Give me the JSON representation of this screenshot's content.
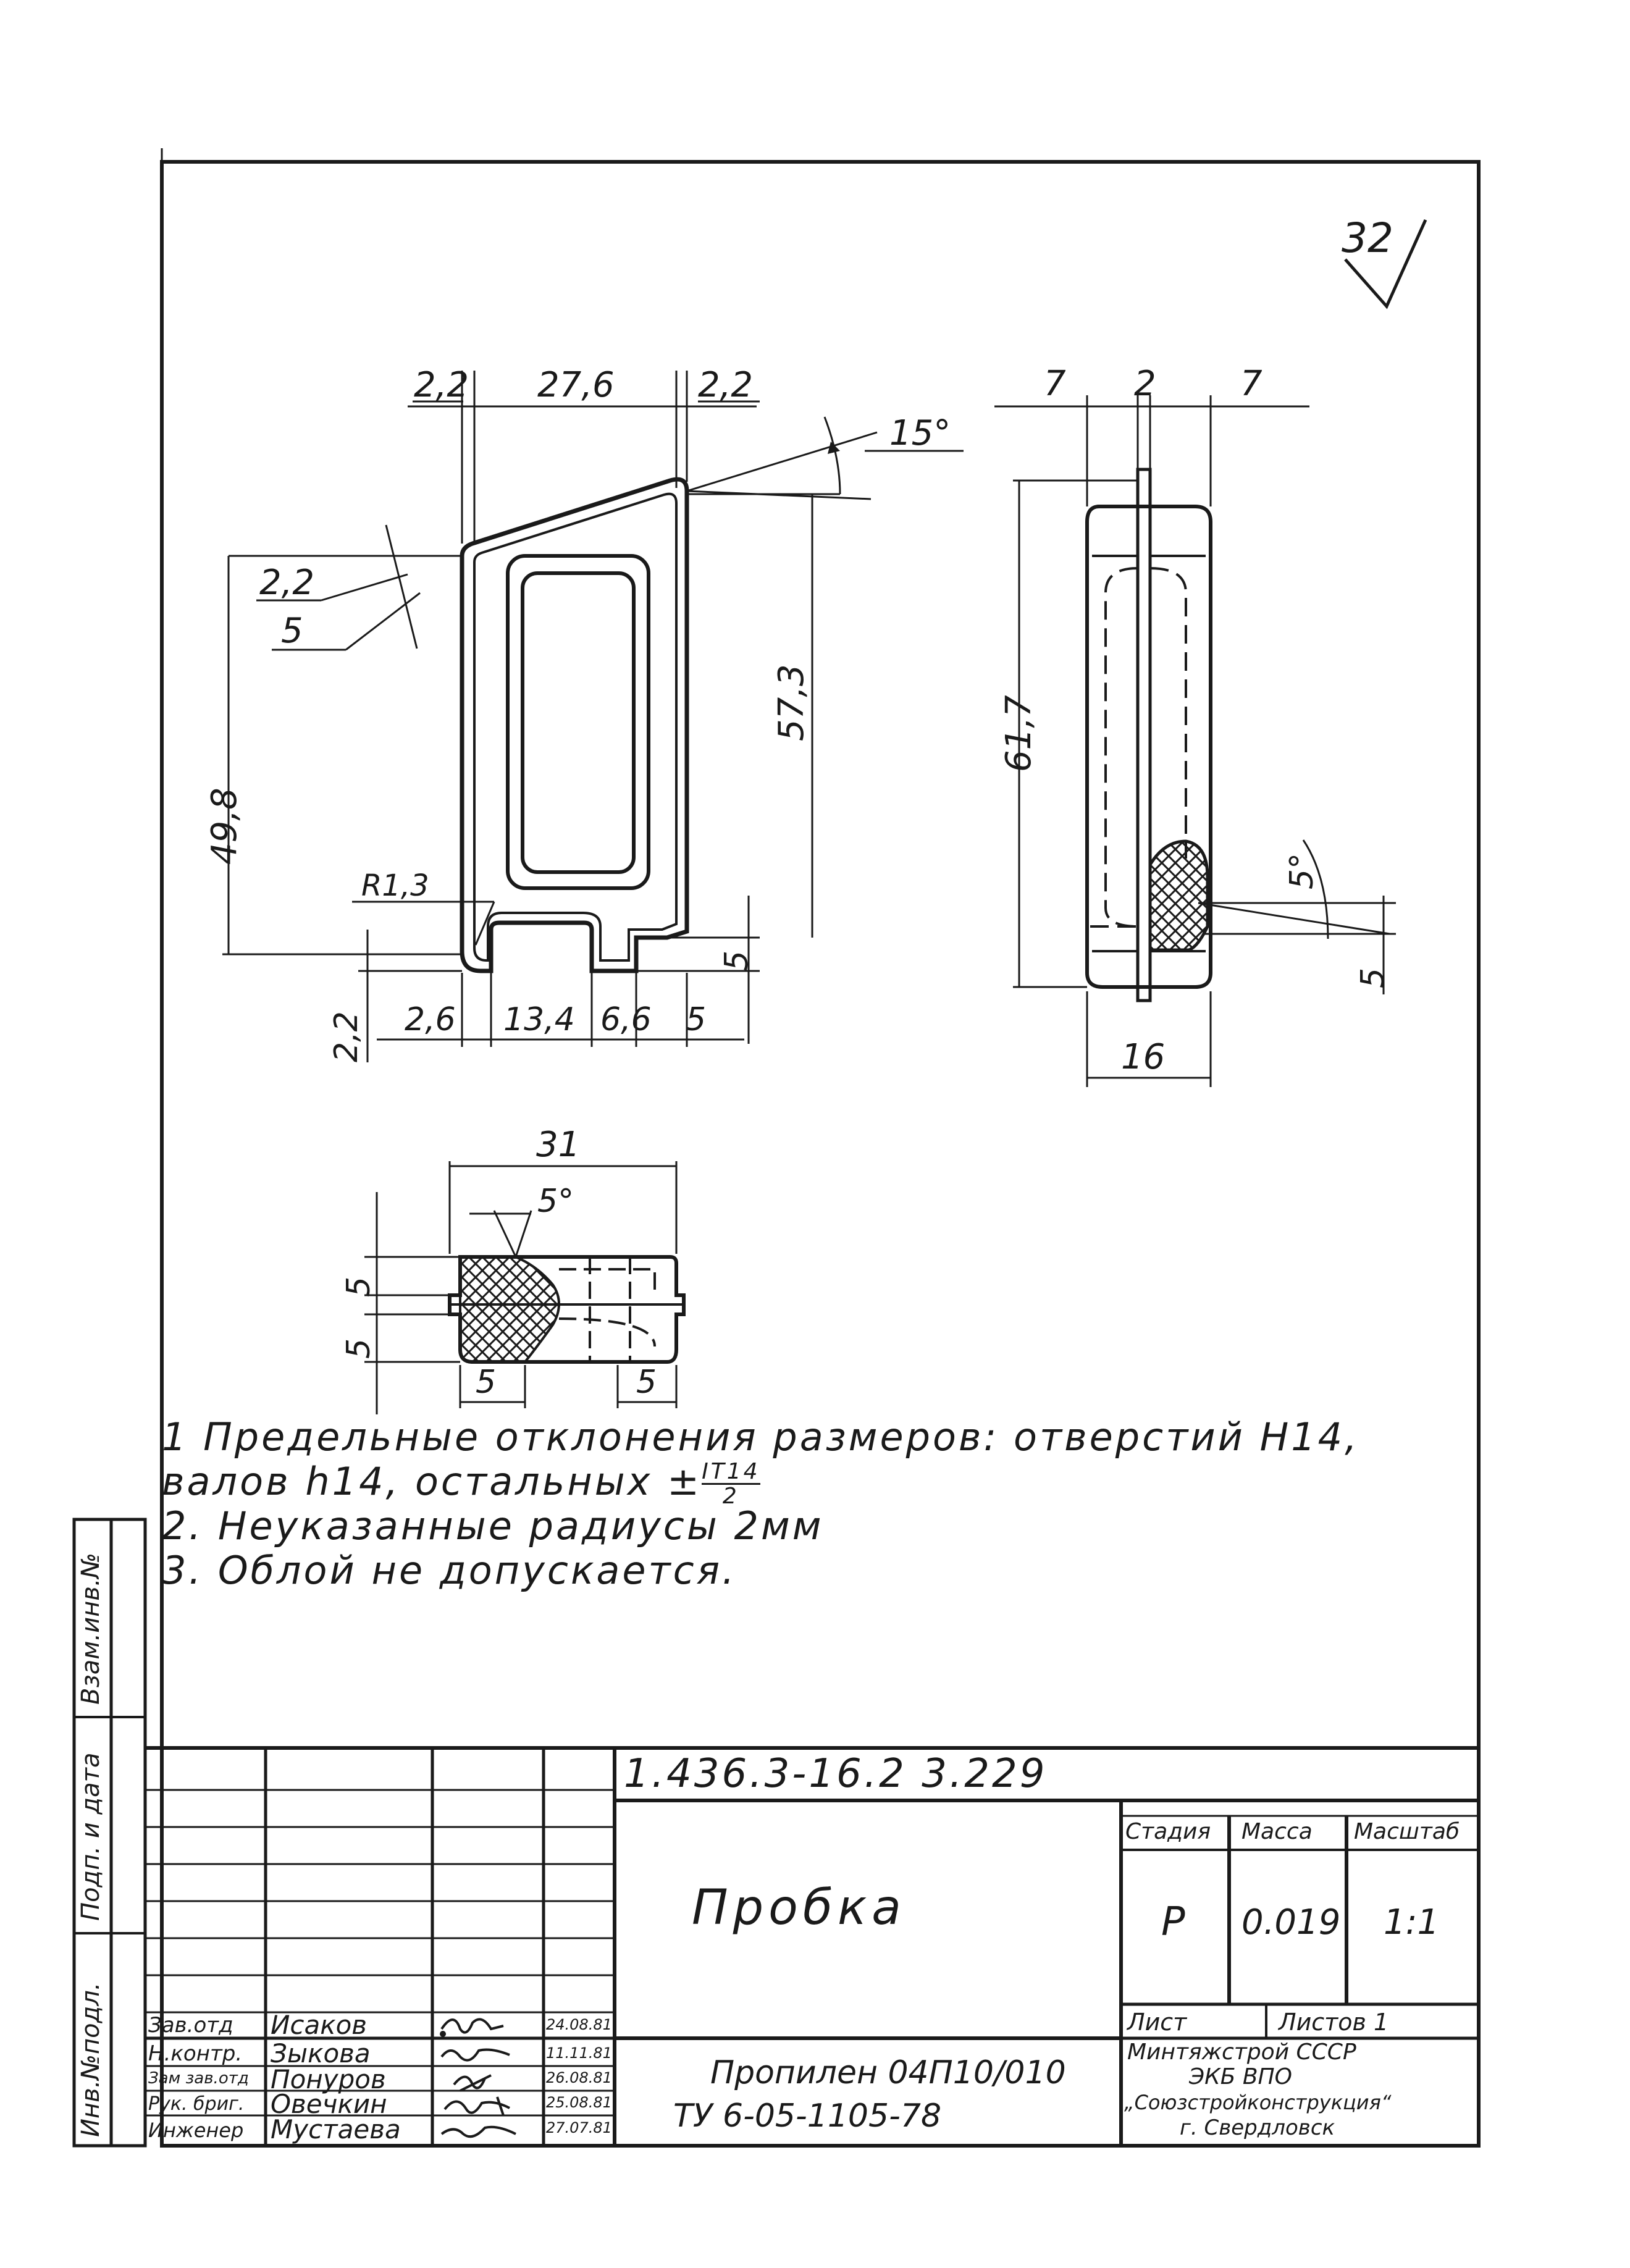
{
  "sheet": {
    "sheet_mark": "32",
    "title_doc": "1.436.3-16.2  3.229",
    "part_name": "Пробка",
    "material_line1": "Пропилен 04П10/010",
    "material_line2": "ТУ 6-05-1105-78",
    "stage_header": "Стадия",
    "mass_header": "Масса",
    "scale_header": "Масштаб",
    "stage_value": "Р",
    "mass_value": "0.019",
    "scale_value": "1:1",
    "sheet_label": "Лист",
    "sheets_label": "Листов 1",
    "org_lines": [
      "Минтяжстрой СССР",
      "ЭКБ  ВПО",
      "„Союзстройконструкция“",
      "г. Свердловск"
    ]
  },
  "side_labels": [
    "Инв.№подл.",
    "Подп. и дата",
    "Взам.инв.№"
  ],
  "dimensions": {
    "front": {
      "top_left": "2,2",
      "top_mid": "27,6",
      "top_right": "2,2",
      "angle": "15°",
      "left_a": "2,2",
      "left_b": "5",
      "height_left": "49,8",
      "height_right": "57,3",
      "radius": "R1,3",
      "bottom_left_v": "2,2",
      "bottom_a": "2,6",
      "bottom_b": "13,4",
      "bottom_c": "6,6",
      "bottom_d": "5",
      "right_v": "5"
    },
    "side": {
      "top_a": "7",
      "top_b": "2",
      "top_c": "7",
      "height": "61,7",
      "angle": "5°",
      "right_v": "5",
      "width": "16"
    },
    "bottom": {
      "width": "31",
      "angle": "5°",
      "left_v1": "5",
      "left_v2": "5",
      "bottom_a": "5",
      "bottom_b": "5"
    }
  },
  "notes": [
    "1 Предельные отклонения  размеров: отверстий Н14,",
    "валов h14, остальных ±",
    "2. Неуказанные радиусы 2мм",
    "3. Облой не допускается."
  ],
  "note_fraction": {
    "numerator": "IT14",
    "denominator": "2"
  },
  "signatures": [
    {
      "role": "Зав.отд",
      "name": "Исаков",
      "date": "24.08.81"
    },
    {
      "role": "Н.контр.",
      "name": "Зыкова",
      "date": "11.11.81"
    },
    {
      "role": "Зам зав.отд",
      "name": "Понуров",
      "date": "26.08.81"
    },
    {
      "role": "Рук. бриг.",
      "name": "Овечкин",
      "date": "25.08.81"
    },
    {
      "role": "Инженер",
      "name": "Мустаева",
      "date": "27.07.81"
    }
  ]
}
